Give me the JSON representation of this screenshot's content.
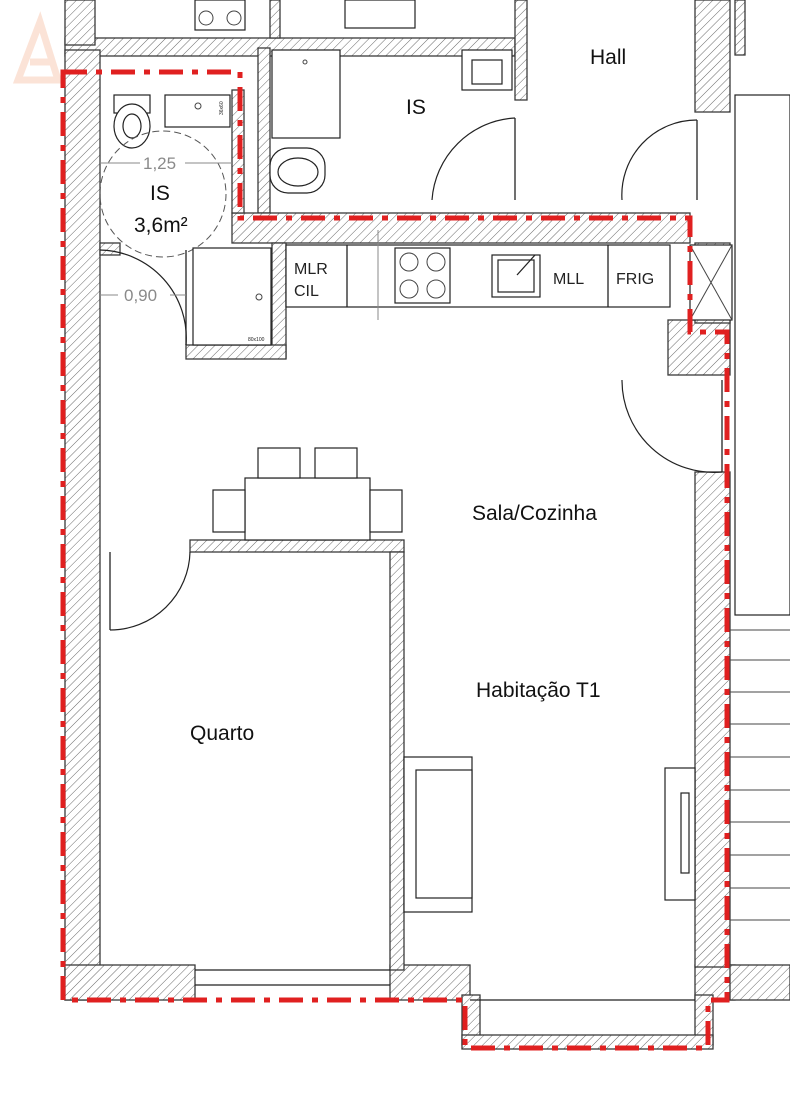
{
  "rooms": {
    "hall": "Hall",
    "is_upper": "IS",
    "is_main": "IS",
    "is_area": "3,6m²",
    "sala_cozinha": "Sala/Cozinha",
    "habitacao": "Habitação T1",
    "quarto": "Quarto"
  },
  "kitchen": {
    "mlr": "MLR",
    "cil": "CIL",
    "mll": "MLL",
    "frig": "FRIG"
  },
  "dimensions": {
    "turning_circle": "1,25",
    "door_width": "0,90"
  },
  "fixtures": {
    "shower_size": "80x100"
  },
  "colors": {
    "boundary": "#e02020",
    "wall_hatch": "#555555",
    "dimension": "#8a8a8a"
  }
}
